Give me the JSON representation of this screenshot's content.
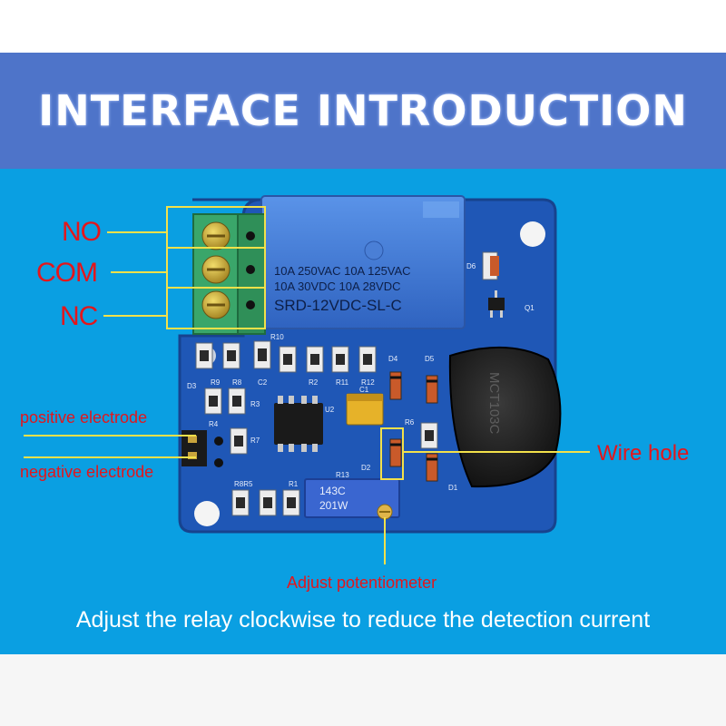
{
  "header": {
    "title": "INTERFACE INTRODUCTION"
  },
  "relay": {
    "rating_line_1": "10A 250VAC   10A 125VAC",
    "rating_line_2": "10A  30VDC   10A  28VDC",
    "model": "SRD-12VDC-SL-C"
  },
  "sensor": {
    "label": "MCT103C"
  },
  "potentiometer": {
    "code_line_1": "143C",
    "code_line_2": "201W"
  },
  "silkscreen": {
    "d6": "D6",
    "q1": "Q1",
    "r10": "R10",
    "r9": "R9",
    "r8": "R8",
    "c2": "C2",
    "r2": "R2",
    "r11": "R11",
    "r12": "R12",
    "d4": "D4",
    "d5": "D5",
    "d3": "D3",
    "r3": "R3",
    "c1": "C1",
    "u2": "U2",
    "r4": "R4",
    "r6": "R6",
    "r7": "R7",
    "d2": "D2",
    "d1": "D1",
    "r5": "R8R5",
    "r1": "R1",
    "r13": "R13"
  },
  "callouts": {
    "no": "NO",
    "com": "COM",
    "nc": "NC",
    "positive": "positive electrode",
    "negative": "negative electrode",
    "wire_hole": "Wire hole",
    "potentiometer": "Adjust potentiometer"
  },
  "caption": "Adjust the relay clockwise to reduce the detection current",
  "colors": {
    "header_bg": "#4e74c9",
    "panel_bg": "#0a9fe2",
    "pcb": "#1f57b6",
    "relay": "#3d79d8",
    "terminal": "#3aa66a",
    "callout_line": "#f3e14a",
    "label_red": "#e4161b"
  }
}
